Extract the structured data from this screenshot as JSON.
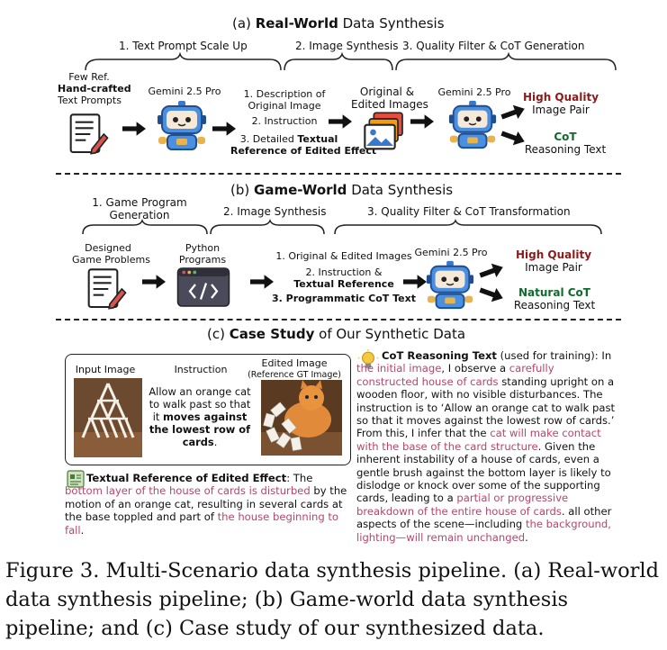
{
  "section_a": {
    "title_prefix": "(a)",
    "title_bold": "Real-World",
    "title_rest": "Data Synthesis",
    "stage1": "1. Text Prompt Scale Up",
    "stage2": "2. Image Synthesis",
    "stage3": "3. Quality Filter & CoT Generation",
    "input_line1": "Few Ref.",
    "input_line2": "Hand-crafted",
    "input_line3": "Text Prompts",
    "model1": "Gemini 2.5 Pro",
    "step1_line1": "1. Description of",
    "step1_line2": "Original Image",
    "step2": "2. Instruction",
    "step3_prefix": "3. Detailed",
    "step3_bold1": "Textual",
    "step3_bold2": "Reference of Edited Effect",
    "images_line1": "Original &",
    "images_line2": "Edited Images",
    "model2": "Gemini 2.5 Pro",
    "out1_line1": "High Quality",
    "out1_line2": "Image Pair",
    "out2_line1": "CoT",
    "out2_line2": "Reasoning Text"
  },
  "section_b": {
    "title_prefix": "(b)",
    "title_bold": "Game-World",
    "title_rest": "Data Synthesis",
    "stage1_line1": "1. Game Program",
    "stage1_line2": "Generation",
    "stage2": "2. Image Synthesis",
    "stage3": "3. Quality Filter & CoT Transformation",
    "input_line1": "Designed",
    "input_line2": "Game Problems",
    "programs_line1": "Python",
    "programs_line2": "Programs",
    "step1": "1. Original & Edited Images",
    "step2_line1": "2. Instruction &",
    "step2_bold": "Textual Reference",
    "step3": "3. Programmatic CoT Text",
    "model": "Gemini 2.5 Pro",
    "out1_line1": "High Quality",
    "out1_line2": "Image Pair",
    "out2_line1": "Natural CoT",
    "out2_line2": "Reasoning Text"
  },
  "section_c": {
    "title_prefix": "(c)",
    "title_bold": "Case Study",
    "title_rest": "of Our Synthetic Data",
    "input_image_label": "Input Image",
    "instruction_label": "Instruction",
    "edited_label_line1": "Edited Image",
    "edited_label_line2": "(Reference GT Image)",
    "instruction_text_1": "Allow an orange cat to walk past so that it",
    "instruction_text_bold": "moves against the lowest row of cards",
    "instruction_text_end": ".",
    "textual_ref_heading": "Textual Reference of Edited Effect",
    "textual_ref_1": ": The",
    "textual_ref_pink1": "bottom layer of the house of cards is disturbed",
    "textual_ref_2": "by the motion of an orange cat, resulting in several cards at the base toppled and part of",
    "textual_ref_pink2": "the house beginning to fall",
    "textual_ref_3": ".",
    "cot_heading": "CoT Reasoning Text",
    "cot_note": "(used for training): In",
    "cot_pink1": "the initial image",
    "cot_t1": ", I observe a",
    "cot_pink2": "carefully constructed house of cards",
    "cot_t2": "standing upright on a wooden floor, with no visible disturbances. The instruction is to ‘Allow an orange cat to walk past so that it moves against the lowest row of cards.’ From this, I infer that the",
    "cot_pink3": "cat will make contact with the base of the card structure",
    "cot_t3": ". Given the inherent instability of a house of cards, even a gentle brush against the bottom layer is likely to dislodge or knock over some of the supporting cards, leading to a",
    "cot_pink4": "partial or progressive breakdown of the entire house of cards",
    "cot_t4": ". all other aspects of the scene—including",
    "cot_pink5": "the background, lighting—will remain unchanged",
    "cot_t5": "."
  },
  "caption": "Figure 3. Multi-Scenario data synthesis pipeline. (a) Real-world data synthesis pipeline; (b) Game-world data synthesis pipeline; and (c) Case study of our synthesized data.",
  "colors": {
    "quality_red": "#8b1a1a",
    "cot_green": "#0f6b2b",
    "highlight_pink": "#b8456b",
    "robot_blue": "#3a78c9"
  },
  "icons": [
    "document-pencil-icon",
    "robot-icon",
    "arrow-right-icon",
    "image-stack-icon",
    "code-window-icon",
    "lightbulb-icon",
    "reference-doc-icon"
  ]
}
